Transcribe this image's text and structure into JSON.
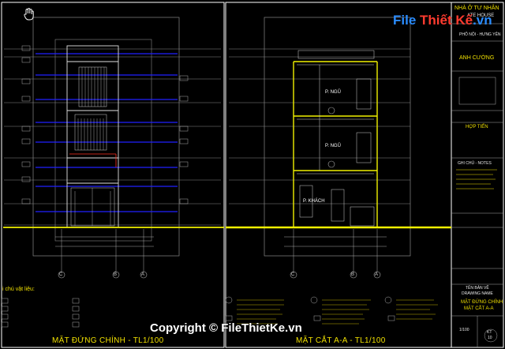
{
  "titles": {
    "front": "MẶT ĐỨNG CHÍNH - TL1/100",
    "section": "MẶT CẮT A-A - TL1/100"
  },
  "rooms": {
    "ngu1": "P. NGỦ",
    "ngu2": "P. NGỦ",
    "khach": "P. KHÁCH"
  },
  "legend": {
    "heading": "i chú vật liệu:"
  },
  "axes": {
    "c": "C",
    "b": "B",
    "a": "A"
  },
  "titleblock": {
    "header1": "NHÀ Ở TƯ NHÂN",
    "header2": "ATE HOUSE",
    "location": "PHỐ NỘI - HƯNG YÊN",
    "owner": "ANH CƯỜNG",
    "hop_tien": "HỢP TIẾN",
    "notes": "GHI CHÚ - NOTES",
    "drawing_name": "TÊN BẢN VẼ",
    "drawing_name_en": "DRAWING NAME",
    "sheet_title": "MẶT ĐỨNG CHÍNH",
    "sheet_title2": "MẶT CẮT A-A",
    "scale": "1/100",
    "sheet_no": "KT",
    "sheet_num": "10"
  },
  "watermark": {
    "copyright": "Copyright © FileThietKe.vn",
    "logo_a": "File ",
    "logo_b": "Thiết Kế",
    "logo_c": ".vn"
  },
  "colors": {
    "background": "#000000",
    "frame": "#ffffff",
    "dimension_blue": "#2020ff",
    "ground_yellow": "#f0f000",
    "accent_red": "#ff3020"
  }
}
